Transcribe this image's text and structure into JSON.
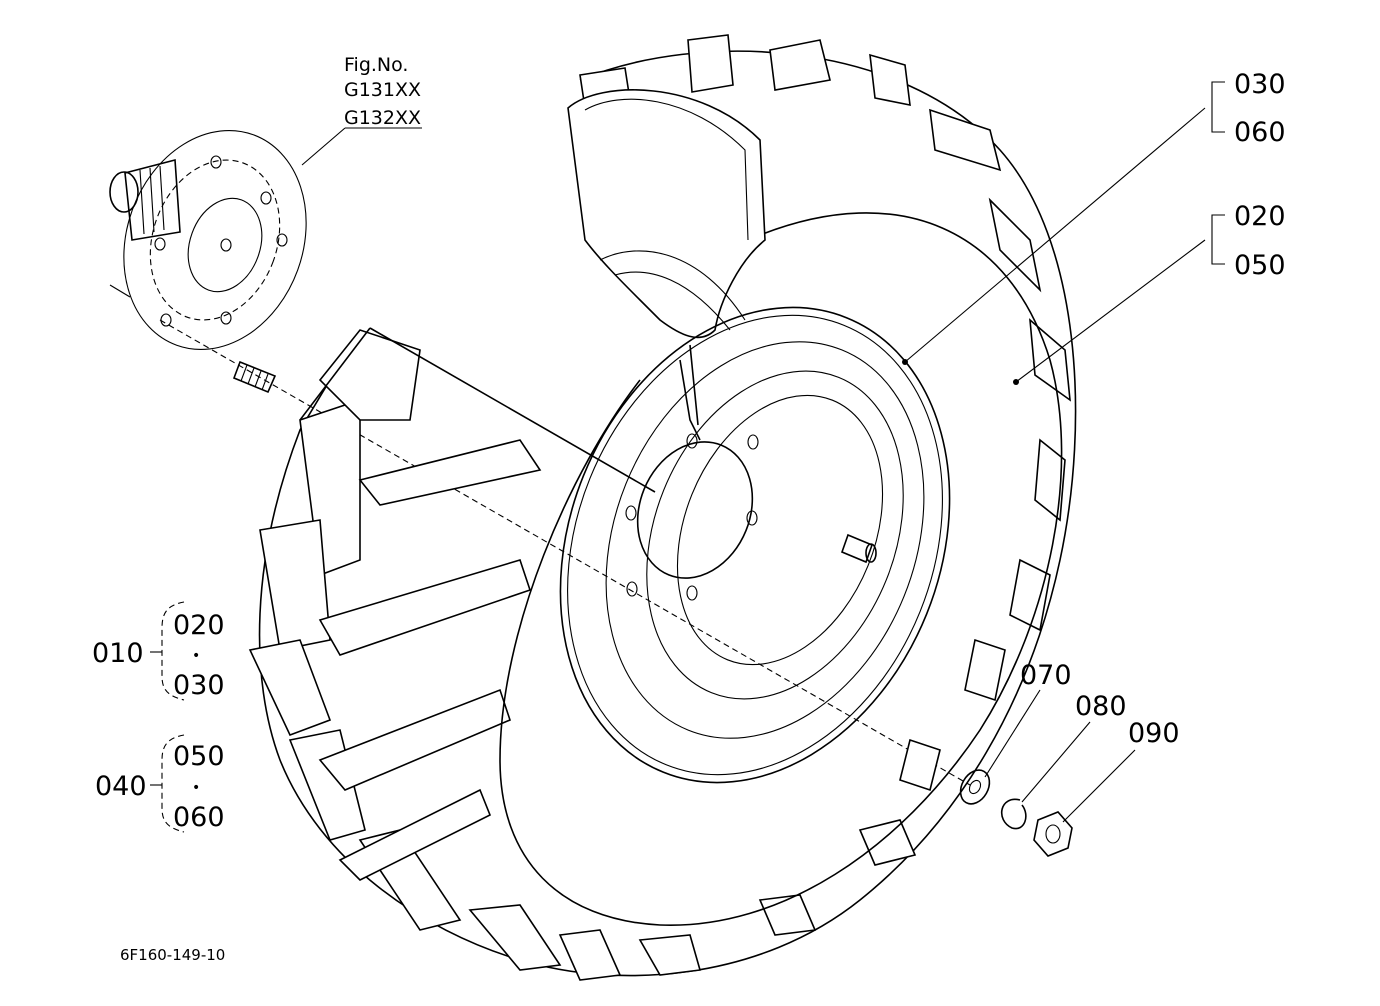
{
  "figure_ref": {
    "heading": "Fig.No.",
    "numbers": [
      "G131XX",
      "G132XX"
    ]
  },
  "callouts": {
    "c030": "030",
    "c060": "060",
    "c020": "020",
    "c050": "050",
    "c070": "070",
    "c080": "080",
    "c090": "090"
  },
  "assemblies": [
    {
      "code": "010",
      "parts": [
        "020",
        "030"
      ],
      "separator": "•"
    },
    {
      "code": "040",
      "parts": [
        "050",
        "060"
      ],
      "separator": "•"
    }
  ],
  "drawing_code": "6F160-149-10"
}
